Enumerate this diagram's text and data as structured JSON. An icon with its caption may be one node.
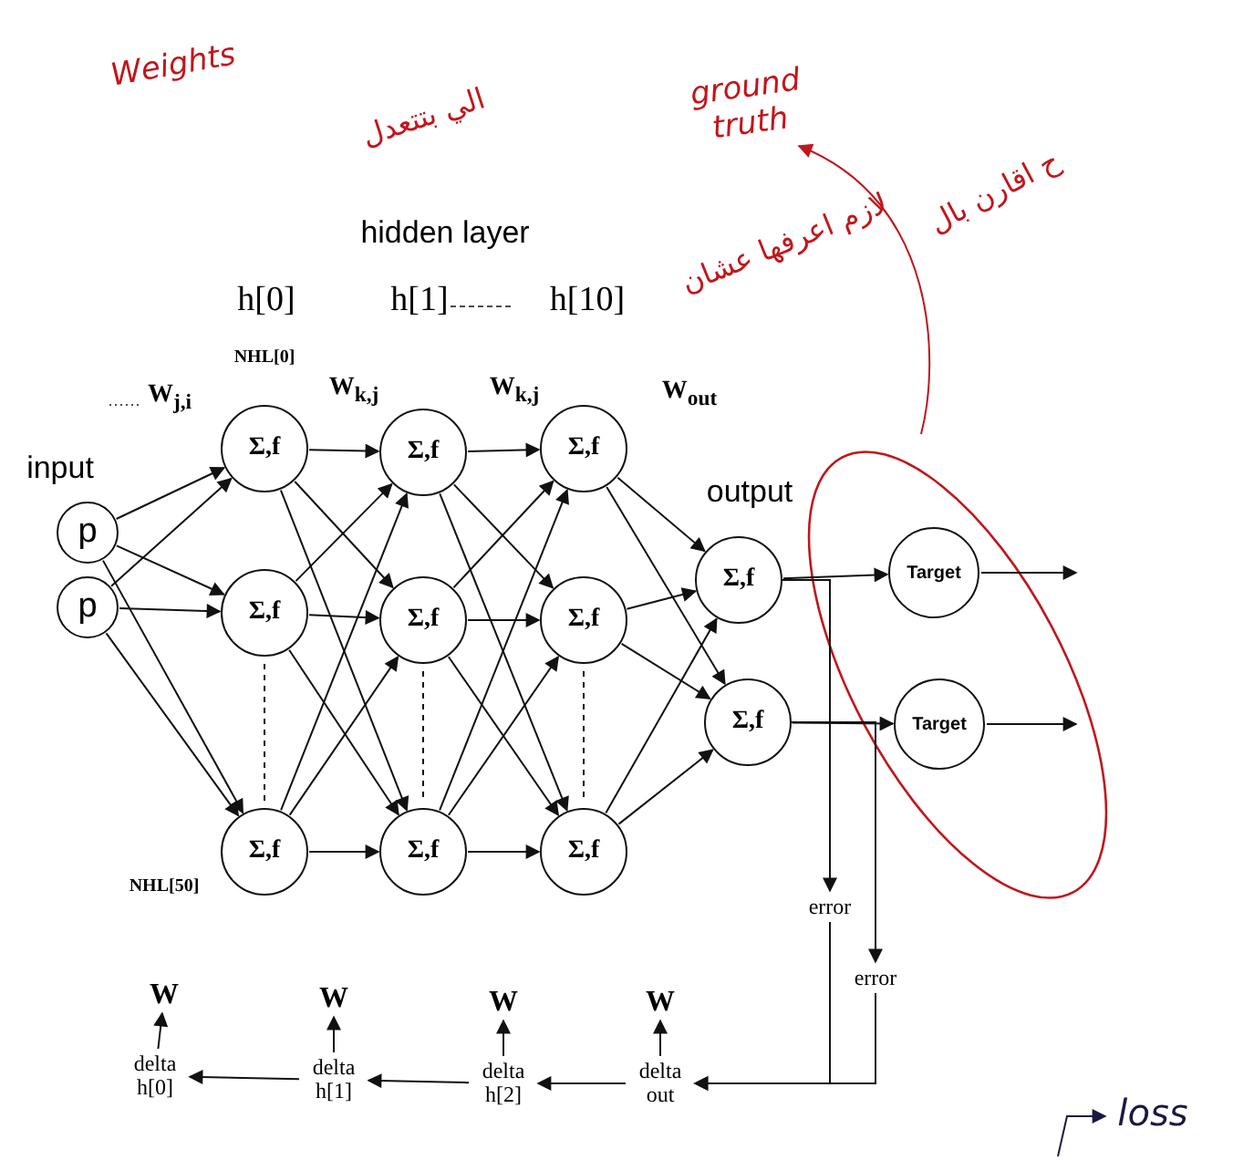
{
  "diagram": {
    "nodes": [
      {
        "text": [
          "p"
        ]
      },
      {
        "text": [
          "p"
        ]
      },
      {
        "text": [
          "Σ,f"
        ],
        "beside": [
          "NHL[0]"
        ]
      },
      {
        "text": [
          "Σ,f"
        ]
      },
      {
        "text": [
          "Σ,f"
        ],
        "beside": [
          "NHL[50]"
        ]
      },
      {
        "text": [
          "Σ,f"
        ]
      },
      {
        "text": [
          "Σ,f"
        ]
      },
      {
        "text": [
          "Σ,f"
        ]
      },
      {
        "text": [
          "Σ,f"
        ]
      },
      {
        "text": [
          "Σ,f"
        ]
      },
      {
        "text": [
          "Σ,f"
        ]
      },
      {
        "text": [
          "Σ,f"
        ]
      },
      {
        "text": [
          "Σ,f"
        ]
      },
      {
        "text": [
          "Target"
        ]
      },
      {
        "text": [
          "Target"
        ]
      },
      {
        "text": [
          "error"
        ]
      },
      {
        "text": [
          "error"
        ]
      },
      {
        "text": [
          "delta h[0]"
        ]
      },
      {
        "text": [
          "delta h[1]"
        ]
      },
      {
        "text": [
          "delta h[2]"
        ]
      },
      {
        "text": [
          "delta out"
        ]
      },
      {
        "text": [
          "W"
        ]
      },
      {
        "text": [
          "W"
        ]
      },
      {
        "text": [
          "W"
        ]
      },
      {
        "text": [
          "W"
        ]
      },
      {
        "text": [
          "ground truth"
        ]
      },
      {
        "text": [
          "loss"
        ]
      }
    ],
    "edges": [
      {
        "from": 0,
        "to": 2,
        "arrow": "to"
      },
      {
        "from": 0,
        "to": 3,
        "arrow": "to"
      },
      {
        "from": 0,
        "to": 4,
        "arrow": "to"
      },
      {
        "from": 1,
        "to": 2,
        "arrow": "to"
      },
      {
        "from": 1,
        "to": 3,
        "arrow": "to"
      },
      {
        "from": 1,
        "to": 4,
        "arrow": "to"
      },
      {
        "from": 2,
        "to": 5,
        "arrow": "to"
      },
      {
        "from": 2,
        "to": 6,
        "arrow": "to"
      },
      {
        "from": 2,
        "to": 7,
        "arrow": "to"
      },
      {
        "from": 3,
        "to": 5,
        "arrow": "to"
      },
      {
        "from": 3,
        "to": 6,
        "arrow": "to"
      },
      {
        "from": 3,
        "to": 7,
        "arrow": "to"
      },
      {
        "from": 4,
        "to": 5,
        "arrow": "to"
      },
      {
        "from": 4,
        "to": 6,
        "arrow": "to"
      },
      {
        "from": 4,
        "to": 7,
        "arrow": "to"
      },
      {
        "from": 5,
        "to": 8,
        "arrow": "to"
      },
      {
        "from": 5,
        "to": 9,
        "arrow": "to"
      },
      {
        "from": 5,
        "to": 10,
        "arrow": "to"
      },
      {
        "from": 6,
        "to": 8,
        "arrow": "to"
      },
      {
        "from": 6,
        "to": 9,
        "arrow": "to"
      },
      {
        "from": 6,
        "to": 10,
        "arrow": "to"
      },
      {
        "from": 7,
        "to": 8,
        "arrow": "to"
      },
      {
        "from": 7,
        "to": 9,
        "arrow": "to"
      },
      {
        "from": 7,
        "to": 10,
        "arrow": "to"
      },
      {
        "from": 8,
        "to": 11,
        "arrow": "to"
      },
      {
        "from": 8,
        "to": 12,
        "arrow": "to"
      },
      {
        "from": 9,
        "to": 11,
        "arrow": "to"
      },
      {
        "from": 9,
        "to": 12,
        "arrow": "to"
      },
      {
        "from": 10,
        "to": 11,
        "arrow": "to"
      },
      {
        "from": 10,
        "to": 12,
        "arrow": "to"
      },
      {
        "from": 11,
        "to": 13,
        "arrow": "to"
      },
      {
        "from": 12,
        "to": 14,
        "arrow": "to"
      },
      {
        "from": 13,
        "to": null,
        "arrow": "to"
      },
      {
        "from": 14,
        "to": null,
        "arrow": "to"
      },
      {
        "from": 11,
        "to": 15,
        "arrow": "to"
      },
      {
        "from": 12,
        "to": 16,
        "arrow": "to"
      },
      {
        "from": 15,
        "to": 20,
        "arrow": "to"
      },
      {
        "from": 16,
        "to": 20,
        "arrow": "to"
      },
      {
        "from": 20,
        "to": 19,
        "arrow": "to"
      },
      {
        "from": 19,
        "to": 18,
        "arrow": "to"
      },
      {
        "from": 18,
        "to": 17,
        "arrow": "to"
      },
      {
        "from": 17,
        "to": 21,
        "arrow": "to"
      },
      {
        "from": 18,
        "to": 22,
        "arrow": "to"
      },
      {
        "from": 19,
        "to": 23,
        "arrow": "to"
      },
      {
        "from": 20,
        "to": 24,
        "arrow": "to"
      },
      {
        "from": null,
        "to": 25,
        "arrow": "to",
        "color": "#c0171d"
      },
      {
        "from": null,
        "to": 26,
        "arrow": "to",
        "color": "#1a1a40"
      }
    ],
    "labels": [
      "Weights",
      "الي بتتعدل",
      "ح اقارن بال",
      "لازم اعرفها عشان",
      "hidden layer",
      "h[0]",
      "h[1]",
      "h[10]",
      "W$_{j,i}$",
      "W$_{k,j}$",
      "W$_{k,j}$",
      "W$_{out}$",
      "input",
      "output"
    ]
  }
}
